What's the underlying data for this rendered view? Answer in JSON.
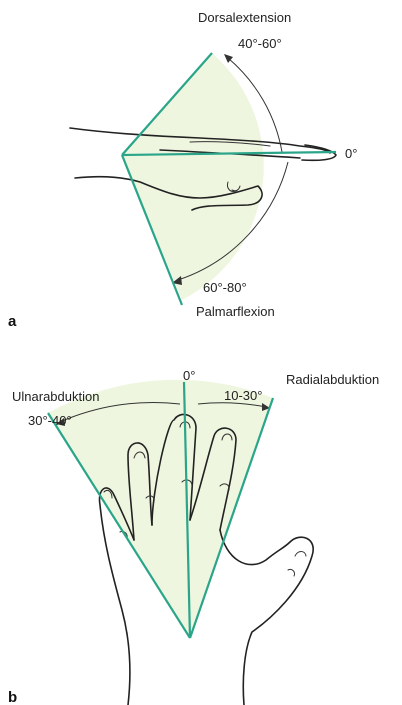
{
  "panel_a": {
    "letter": "a",
    "top_label": "Dorsalextension",
    "top_range": "40°-60°",
    "neutral": "0°",
    "bottom_range": "60°-80°",
    "bottom_label": "Palmarflexion"
  },
  "panel_b": {
    "letter": "b",
    "neutral": "0°",
    "left_label": "Ulnarabduktion",
    "left_range": "30°-40°",
    "right_label": "Radialabduktion",
    "right_range": "10-30°"
  },
  "colors": {
    "wedge_fill": "#eef6df",
    "axis_line": "#2aa58a",
    "ink": "#222222"
  }
}
